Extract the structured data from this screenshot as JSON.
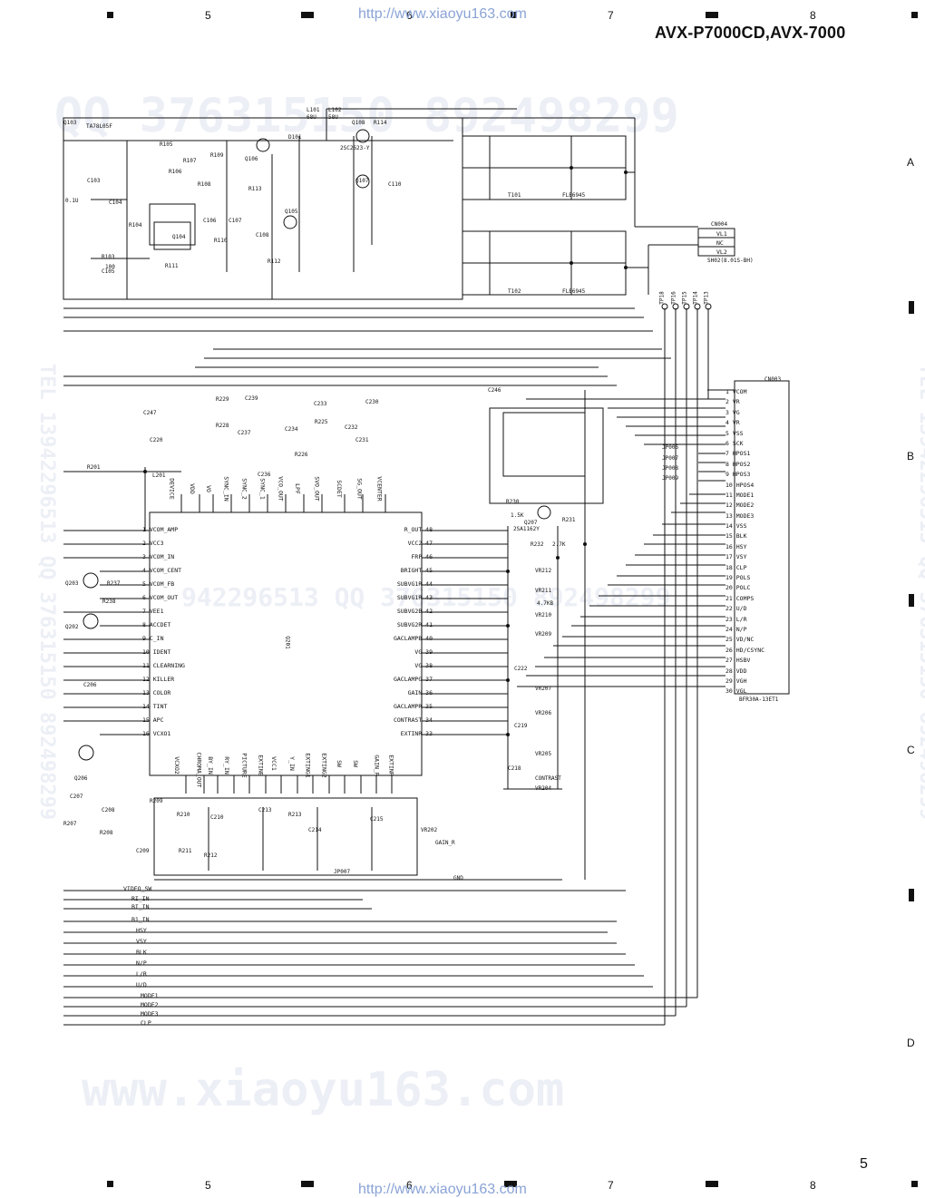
{
  "header": {
    "model": "AVX-P7000CD,AVX-7000",
    "url": "http://www.xiaoyu163.com",
    "columns": [
      "5",
      "6",
      "7",
      "8"
    ]
  },
  "rows": [
    "A",
    "B",
    "C",
    "D"
  ],
  "page_number": "5",
  "watermarks": {
    "top": "QQ 376315150  892498299",
    "mid": "942296513  QQ 376315150  892498299",
    "bottom": "www.xiaoyu163.com",
    "left_vertical": "TEL 13942296513  QQ 376315150  892498299",
    "right_vertical": "TEL 13942296513  QQ 376315150  892498299"
  },
  "ic": {
    "ref": "Q201",
    "left_pins": [
      "1 VCOM_AMP",
      "2 VCC3",
      "3 VCOM_IN",
      "4 VCOM_CENT",
      "5 VCOM_FB",
      "6 VCOM_OUT",
      "7 VEE1",
      "8 ACCDET",
      "9 C_IN",
      "10 IDENT",
      "11 CLEARNING",
      "12 KILLER",
      "13 COLOR",
      "14 TINT",
      "15 APC",
      "16 VCXO1"
    ],
    "right_pins": [
      "R_OUT 48",
      "VCC2 47",
      "FRP 46",
      "BRIGHT 45",
      "SUBVG1R 44",
      "SUBVG1R 43",
      "SUBVG2B 42",
      "SUBVG2R 41",
      "GACLAMPB 40",
      "VG 39",
      "VG 38",
      "GACLAMPG 37",
      "GAIN 36",
      "GACLAMPR 35",
      "CONTRAST 34",
      "EXTINR 33"
    ],
    "top_pins": [
      "DEVICE",
      "VDD",
      "VO",
      "SYNC_IN",
      "SYNC_2",
      "SYNC_1",
      "VCO_OUT",
      "LPF",
      "SVO_OUT",
      "SCDET",
      "SG_OUT",
      "VCENTER"
    ],
    "bottom_pins": [
      "VCXO2",
      "CHROMA_OUT",
      "BY_IN",
      "RY_IN",
      "PICTURE",
      "EXTINB",
      "VCC1",
      "Y_IN",
      "EXTING1",
      "EXTING2",
      "SW",
      "SW",
      "GAIN_R",
      "EXTINR"
    ]
  },
  "cn003": {
    "ref": "CN003",
    "part": "BFR30A-13ET1",
    "pins": [
      "1 VCOM",
      "2 VR",
      "3 VG",
      "4 VR",
      "5 VSS",
      "6 SCK",
      "7 HPOS1",
      "8 HPOS2",
      "9 HPOS3",
      "10 HPOS4",
      "11 MODE1",
      "12 MODE2",
      "13 MODE3",
      "14 VSS",
      "15 BLK",
      "16 HSY",
      "17 VSY",
      "18 CLP",
      "19 POLS",
      "20 POLC",
      "21 COMPS",
      "22 U/D",
      "23 L/R",
      "24 N/P",
      "25 VD/NC",
      "26 HD/CSYNC",
      "27 HSBV",
      "28 VDD",
      "29 VGH",
      "30 VGL"
    ]
  },
  "cn004": {
    "ref": "CN004",
    "pins": [
      "VL1",
      "NC",
      "VL2"
    ],
    "part": "SH02(8.01S-BH)"
  },
  "transformers": [
    "T101",
    "T102",
    "FLE6945",
    "FLE6945"
  ],
  "components": [
    "Q103",
    "TA78L05F",
    "L101",
    "L102",
    "68U",
    "58U",
    "D101",
    "Q108",
    "Q107",
    "2SC2623-Y",
    "R114",
    "C110",
    "R105",
    "R106",
    "R107",
    "R108",
    "R109",
    "Q106",
    "R113",
    "R112",
    "C108",
    "Q105",
    "C104",
    "C105",
    "R104",
    "R110",
    "R111",
    "Q104",
    "C106",
    "C107",
    "C103",
    "R103",
    "0.1U",
    "100",
    "1.5K",
    "2.7K",
    "C246",
    "Q206",
    "Q207",
    "2SA1162Y",
    "R230",
    "R231",
    "R232",
    "R201",
    "R237",
    "R238",
    "Q203",
    "Q202",
    "C206",
    "C207",
    "C208",
    "R207",
    "R208",
    "C209",
    "R209",
    "R210",
    "R211",
    "C210",
    "R212",
    "C213",
    "R213",
    "C214",
    "C215",
    "JP007",
    "VR202",
    "GAIN_R",
    "C247",
    "C220",
    "L201",
    "R228",
    "R229",
    "C236",
    "C237",
    "C239",
    "C234",
    "R226",
    "C233",
    "R225",
    "C232",
    "C231",
    "C230",
    "VR212",
    "VR211",
    "VR210",
    "VR209",
    "VR207",
    "VR206",
    "VR205",
    "VR204",
    "C222",
    "C219",
    "C218",
    "CONTRAST",
    "TP18",
    "TP16",
    "TP15",
    "TP14",
    "TP13",
    "JP006",
    "JP007",
    "JP008",
    "JP009",
    "4.7KB",
    "GND"
  ],
  "signals": [
    "VIDEO_SW",
    "RI_IN",
    "BI_IN",
    "B1_IN",
    "HSY",
    "VSY",
    "BLK",
    "N/P",
    "L/R",
    "U/D",
    "MODE1",
    "MODE2",
    "MODE3",
    "CLP"
  ]
}
